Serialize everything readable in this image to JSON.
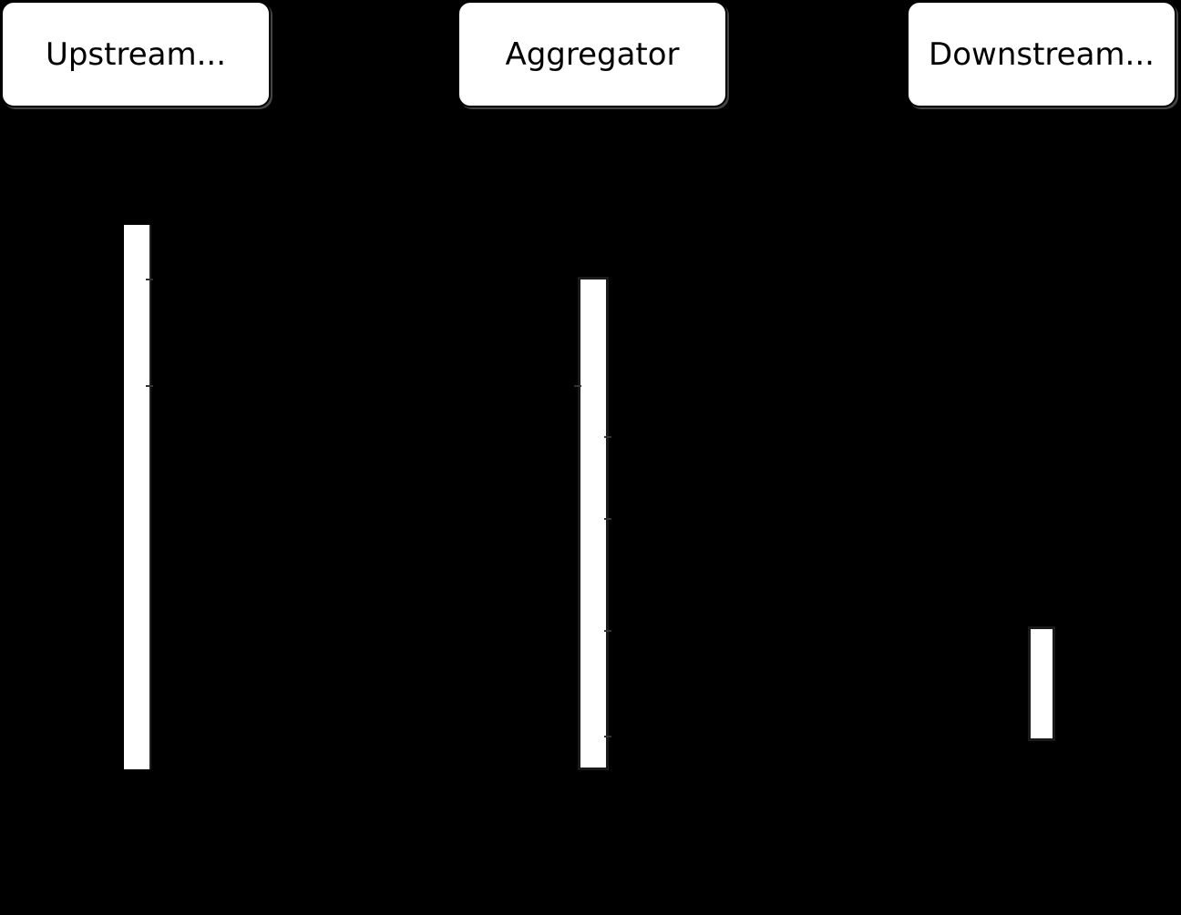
{
  "diagram": {
    "type": "sequence",
    "background_color": "#000000",
    "box_color": "#ffffff",
    "participants": [
      {
        "id": "upstream",
        "label": "Upstream..."
      },
      {
        "id": "aggregator",
        "label": "Aggregator"
      },
      {
        "id": "downstream",
        "label": "Downstream..."
      }
    ],
    "activations": [
      {
        "participant": "upstream"
      },
      {
        "participant": "aggregator"
      },
      {
        "participant": "downstream"
      }
    ]
  }
}
